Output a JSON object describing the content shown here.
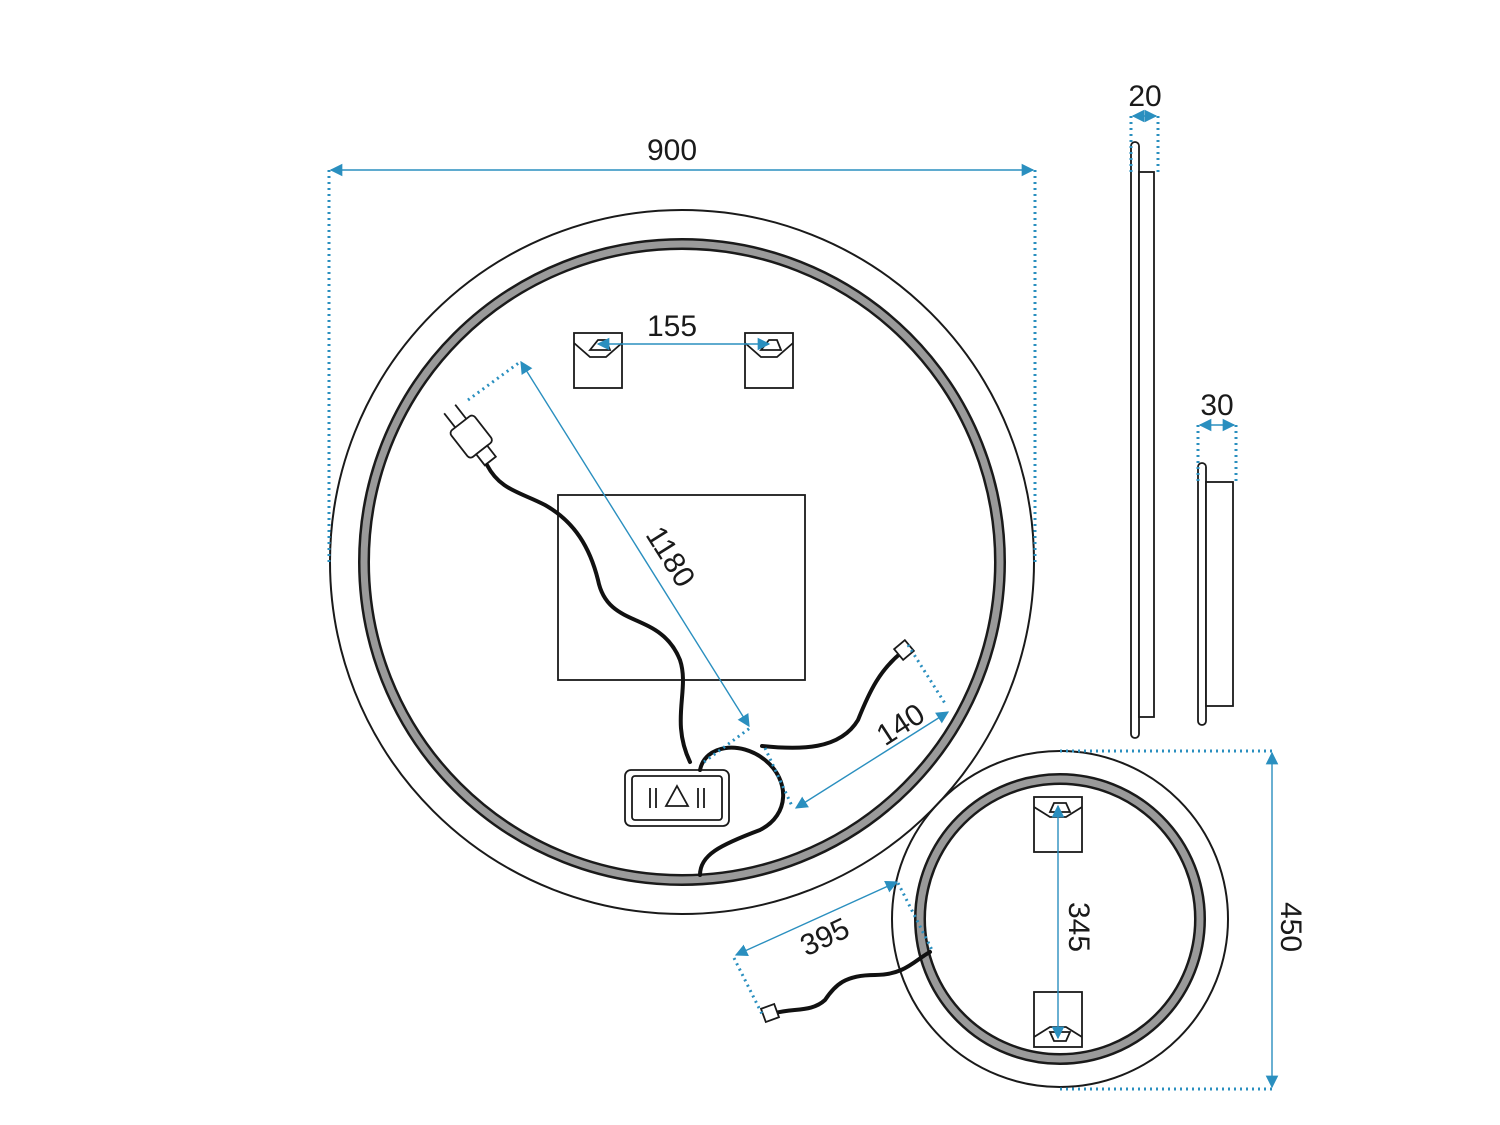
{
  "colors": {
    "dimension": "#2a8fbf",
    "outline": "#1a1a1a",
    "background": "#ffffff"
  },
  "dimensions": {
    "large_diameter": "900",
    "hook_spacing_large": "155",
    "cable_length": "1180",
    "switch_cable": "140",
    "thickness_large": "20",
    "thickness_small": "30",
    "small_diameter": "450",
    "hook_spacing_small": "345",
    "small_cable": "395"
  }
}
